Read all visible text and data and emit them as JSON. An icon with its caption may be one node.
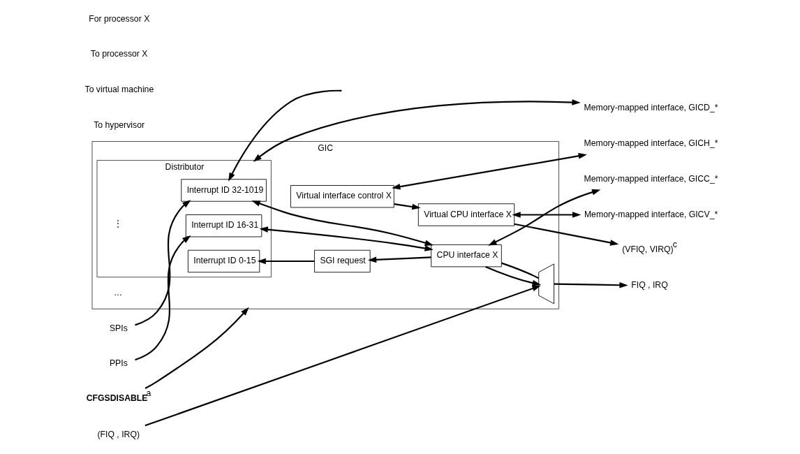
{
  "diagram": {
    "nodes": [
      {
        "text": [
          "GIC"
        ]
      },
      {
        "text": [
          "Distributor"
        ],
        "in": 0
      },
      {
        "text": [
          "Interrupt ID 32-1019"
        ],
        "in": 1
      },
      {
        "text": [
          "Interrupt ID 16-31"
        ],
        "in": 1
      },
      {
        "text": [
          "Interrupt ID 0-15"
        ],
        "in": 1
      },
      {
        "text": [
          "Virtual interface control X"
        ],
        "in": 0
      },
      {
        "text": [
          "Virtual CPU interface X"
        ],
        "in": 0
      },
      {
        "text": [
          "CPU interface X"
        ],
        "in": 0
      },
      {
        "text": [],
        "shape": "trapezoid",
        "in": 0
      },
      {
        "text": [
          "**CFGSDISABLE**$^{a}$"
        ]
      },
      {
        "text": [
          "SPIs"
        ]
      },
      {
        "text": [
          "PPIs"
        ]
      },
      {
        "text": [
          "(FIQ , IRQ)"
        ]
      },
      {
        "text": [
          "Memory-mapped interface, GICD_*"
        ]
      },
      {
        "text": [
          "Memory-mapped interface, GICH_*"
        ]
      },
      {
        "text": [
          "Memory-mapped interface, GICV_*"
        ]
      },
      {
        "text": [
          "(VFIQ, VIRQ)$^{c}$"
        ]
      },
      {
        "text": [
          "Memory-mapped interface, GICC_*"
        ]
      },
      {
        "text": [
          "FIQ , IRQ"
        ]
      },
      {
        "text": [
          "SGI request"
        ],
        "in": 0
      }
    ],
    "edges": [
      {
        "from": 9,
        "to": 0,
        "arrow": "to"
      },
      {
        "from": 10,
        "to": 2,
        "arrow": "to"
      },
      {
        "from": 11,
        "to": 3,
        "arrow": "to"
      },
      {
        "from": 12,
        "to": 8,
        "arrow": "to"
      },
      {
        "from": 1,
        "to": 13,
        "arrow": "both"
      },
      {
        "from": 7,
        "to": 2,
        "arrow": "both"
      },
      {
        "from": null,
        "to": 2,
        "arrow": "to"
      },
      {
        "from": 7,
        "to": 3,
        "arrow": "both"
      },
      {
        "from": 7,
        "to": 19,
        "arrow": "to"
      },
      {
        "from": 19,
        "to": 4,
        "arrow": "to"
      },
      {
        "from": 7,
        "to": 8,
        "arrow": "to"
      },
      {
        "from": 7,
        "to": 8,
        "arrow": "none"
      },
      {
        "from": 5,
        "to": 14,
        "arrow": "both"
      },
      {
        "from": 5,
        "to": 6,
        "arrow": "to"
      },
      {
        "from": 6,
        "to": 15,
        "arrow": "both"
      },
      {
        "from": 6,
        "to": 16,
        "arrow": "to"
      },
      {
        "from": 7,
        "to": 17,
        "arrow": "both"
      },
      {
        "from": 8,
        "to": 18,
        "arrow": "to"
      }
    ],
    "labels": [
      "⋮",
      "…",
      "To hypervisor",
      "To virtual machine",
      "To processor X",
      "For processor X"
    ]
  }
}
